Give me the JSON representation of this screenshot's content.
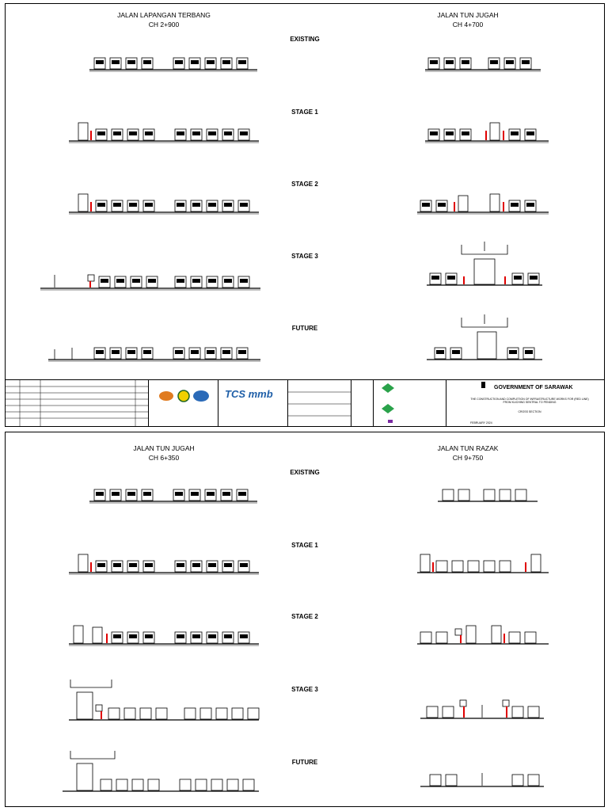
{
  "sheet1": {
    "left_location": "JALAN LAPANGAN TERBANG",
    "left_chainage": "CH 2+900",
    "right_location": "JALAN TUN JUGAH",
    "right_chainage": "CH 4+700",
    "stages": [
      "EXISTING",
      "STAGE 1",
      "STAGE 2",
      "STAGE 3",
      "FUTURE"
    ]
  },
  "sheet2": {
    "left_location": "JALAN TUN JUGAH",
    "left_chainage": "CH 6+350",
    "right_location": "JALAN TUN RAZAK",
    "right_chainage": "CH 9+750",
    "stages": [
      "EXISTING",
      "STAGE 1",
      "STAGE 2",
      "STAGE 3",
      "FUTURE"
    ]
  },
  "title_block": {
    "government": "GOVERNMENT OF SARAWAK",
    "contractor_logo": "TCS mmb",
    "drawing_title": "CROSS SECTION",
    "date": "FEBRUARY 2024",
    "project_desc": "THE CONSTRUCTION AND COMPLETION OF INFRASTRUCTURE WORKS FOR (RED LINE) FROM KUCHING SENTRAL TO PENDING"
  }
}
